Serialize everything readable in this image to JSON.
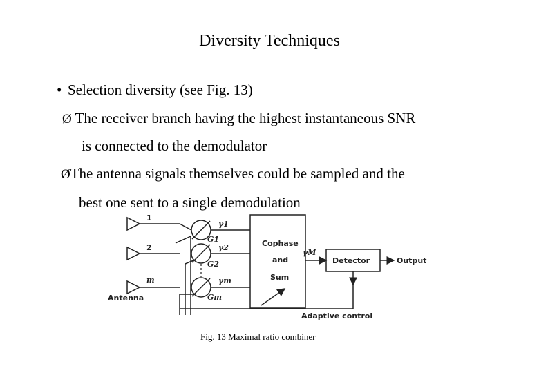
{
  "slide": {
    "title": "Diversity Techniques",
    "bullets": [
      {
        "marker": "•",
        "text": "Selection diversity (see Fig. 13)"
      },
      {
        "marker": "Ø",
        "text": "The receiver branch having the highest instantaneous SNR",
        "continuation": "is connected to the demodulator"
      },
      {
        "marker": "Ø",
        "text": "The antenna signals themselves could be sampled and the",
        "continuation": "best one sent to a single demodulation"
      }
    ]
  },
  "figure": {
    "branch_labels": [
      "1",
      "2",
      "m"
    ],
    "gamma_labels": [
      "γ1",
      "γ2",
      "γm"
    ],
    "gain_labels": [
      "G1",
      "G2",
      "Gm"
    ],
    "antenna_label": "Antenna",
    "combiner_lines": [
      "Cophase",
      "and",
      "Sum"
    ],
    "gamma_out": "γM",
    "detector_label": "Detector",
    "output_label": "Output",
    "feedback_label": "Adaptive control",
    "caption": "Fig. 13 Maximal ratio combiner"
  }
}
